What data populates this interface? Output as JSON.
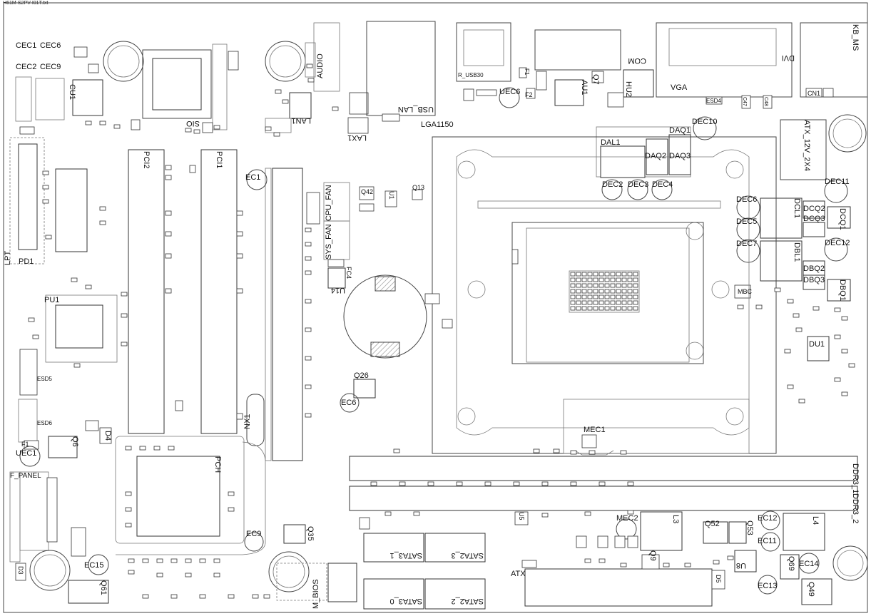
{
  "file_name": "H61M-S2PV-I01T.txt",
  "labels": {
    "cec1": "CEC1",
    "cec6": "CEC6",
    "cec2": "CEC2",
    "cec9": "CEC9",
    "cu1": "CU1",
    "pd1": "PD1",
    "lpt": "LPT",
    "pci2": "PCI2",
    "pci1": "PCI1",
    "sio": "SIO",
    "ec1": "EC1",
    "audio": "AUDIO",
    "lan1": "LAN1",
    "lax1": "LAX1",
    "usb_lan": "USB_LAN",
    "lga1150": "LGA1150",
    "r_usb30": "R_USB30",
    "uec6": "UEC6",
    "f2": "F2",
    "f1": "F1",
    "au1": "AU1",
    "q7": "Q7",
    "com": "COM",
    "hu2": "HU2",
    "vga": "VGA",
    "dvi": "DVI",
    "kb_ms": "KB_MS",
    "cn1": "CN1",
    "dec10": "DEC10",
    "daq1": "DAQ1",
    "dal1": "DAL1",
    "daq2": "DAQ2",
    "daq3": "DAQ3",
    "dec2": "DEC2",
    "dec3": "DEC3",
    "dec4": "DEC4",
    "atx_12v": "ATX_12V_2X4",
    "dec11": "DEC11",
    "dec6": "DEC6",
    "dcl1": "DCL1",
    "dcq2": "DCQ2",
    "dcq3": "DCQ3",
    "dcq1": "DCQ1",
    "dec5": "DEC5",
    "dec7": "DEC7",
    "dec12": "DEC12",
    "dbl1": "DBL1",
    "dbq2": "DBQ2",
    "dbq3": "DBQ3",
    "dbq1": "DBQ1",
    "mbc": "MBC",
    "du1": "DU1",
    "q42": "Q42",
    "u1": "U1",
    "q13": "Q13",
    "cpu_fan": "CPU_FAN",
    "sys_fan": "SYS_FAN",
    "fc4": "FC4",
    "u14": "U14",
    "pu1": "PU1",
    "q26": "Q26",
    "ec6": "EC6",
    "nx1": "NX1",
    "mec1": "MEC1",
    "ddr3_1": "DDR3_1",
    "ddr3_2": "DDR3_2",
    "f1_left": "F1",
    "uec1": "UEC1",
    "q6": "Q6",
    "d4": "D4",
    "f_panel": "F_PANEL",
    "pch": "PCH",
    "ec9": "EC9",
    "q35": "Q35",
    "ec15": "EC15",
    "q61": "Q61",
    "d3": "D3",
    "m_bios": "M_BIOS",
    "sata3_1": "SATA3_1",
    "sata2_3": "SATA2_3",
    "sata3_0": "SATA3_0",
    "sata2_2": "SATA2_2",
    "u5": "U5",
    "mec2": "MEC2",
    "l3": "L3",
    "q52": "Q52",
    "q53": "Q53",
    "ec12": "EC12",
    "l4": "L4",
    "ec11": "EC11",
    "u8": "U8",
    "q69": "Q69",
    "ec14": "EC14",
    "ec13": "EC13",
    "q49": "Q49",
    "q9": "Q9",
    "atx": "ATX",
    "d5": "D5",
    "esd6": "ESD6",
    "esd5": "ESD5",
    "esd4": "ESD4",
    "c47": "C47",
    "c48": "C48"
  },
  "colors": {
    "line": "#444444",
    "text": "#111111",
    "hatch": "#888888"
  }
}
